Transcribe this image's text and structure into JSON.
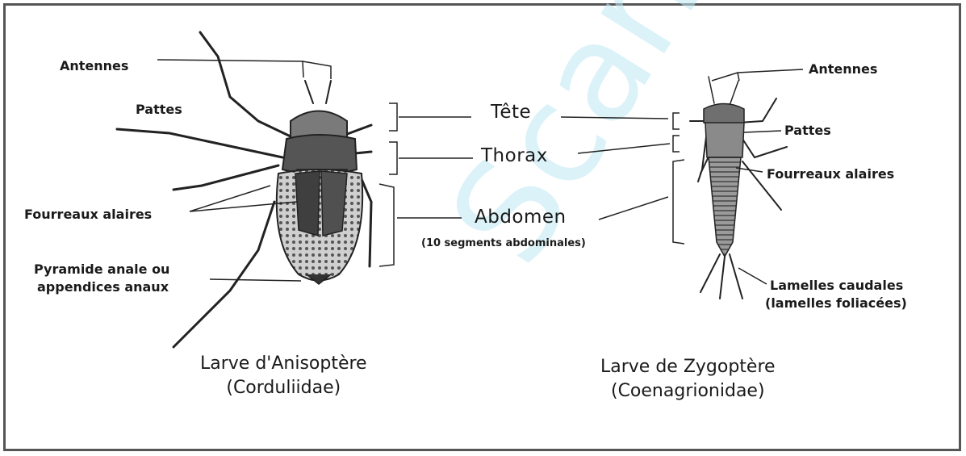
{
  "left_labels": {
    "antennes": "Antennes",
    "pattes": "Pattes",
    "fourreaux": "Fourreaux alaires",
    "pyramide_line1": "Pyramide anale ou",
    "pyramide_line2": "appendices anaux"
  },
  "center_labels": {
    "tete": "Tête",
    "thorax": "Thorax",
    "abdomen": "Abdomen",
    "abdomen_note": "(10 segments abdominales)"
  },
  "right_labels": {
    "antennes": "Antennes",
    "pattes": "Pattes",
    "fourreaux": "Fourreaux alaires",
    "lamelles_line1": "Lamelles caudales",
    "lamelles_line2": "(lamelles foliacées)"
  },
  "captions": {
    "left_line1": "Larve d'Anisoptère",
    "left_line2": "(Corduliidae)",
    "right_line1": "Larve de Zygoptère",
    "right_line2": "(Coenagrionidae)"
  },
  "watermark": "ScanToPDF"
}
